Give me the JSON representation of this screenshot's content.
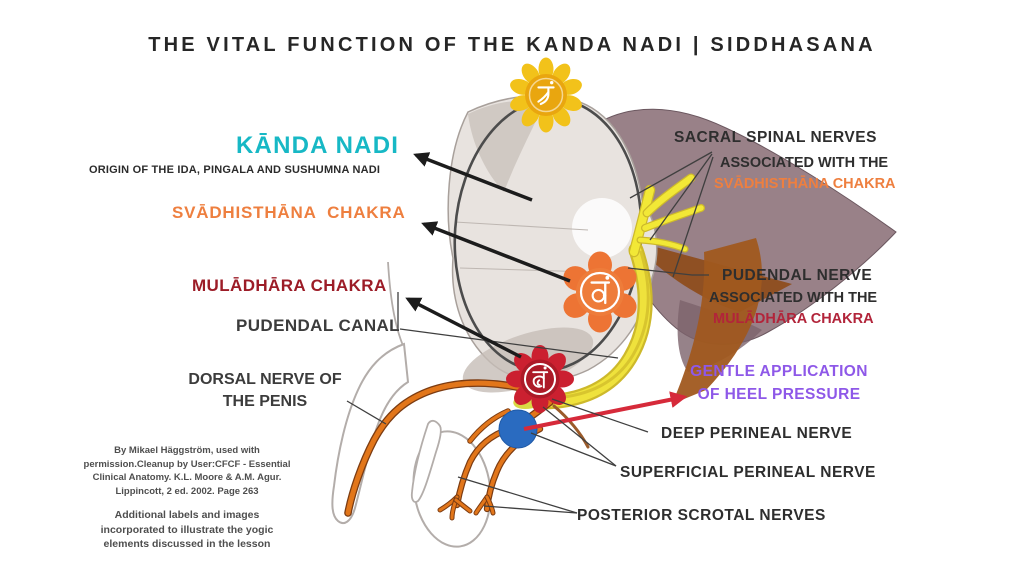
{
  "title": "THE VITAL FUNCTION OF THE KANDA NADI | SIDDHASANA",
  "colors": {
    "teal": "#17b8c5",
    "orange": "#ee7f3f",
    "dark-red": "#9c1c27",
    "bright-red": "#b2243a",
    "purple": "#8e58e8",
    "arrow-red": "#d62a3a",
    "heel-blue": "#2a6bc0"
  },
  "left_labels": {
    "kanda_title": "KĀNDA NADI",
    "kanda_subtitle": "ORIGIN OF THE IDA, PINGALA AND SUSHUMNA NADI",
    "svadhisthana": "SVĀDHISTHĀNA  CHAKRA",
    "muladhara": "MULĀDHĀRA CHAKRA",
    "pudendal_canal": "PUDENDAL CANAL",
    "dorsal_nerve": "DORSAL NERVE OF\nTHE PENIS"
  },
  "right_labels": {
    "sacral_line1": "SACRAL SPINAL NERVES",
    "sacral_line2": "ASSOCIATED WITH THE",
    "sacral_line3": "SVĀDHISTHĀNA CHAKRA",
    "pudendal_line1": "PUDENDAL NERVE",
    "pudendal_line2": "ASSOCIATED WITH THE",
    "pudendal_line3": "MULĀDHĀRA CHAKRA",
    "heel_pressure": "GENTLE APPLICATION\nOF HEEL PRESSURE",
    "deep_perineal": "DEEP PERINEAL NERVE",
    "superficial_perineal": "SUPERFICIAL PERINEAL NERVE",
    "posterior_scrotal": "POSTERIOR SCROTAL NERVES"
  },
  "attribution": "By Mikael Häggström, used with\npermission.Cleanup by User:CFCF - Essential\nClinical Anatomy. K.L. Moore & A.M. Agur.\nLippincott, 2 ed. 2002. Page 263",
  "note": "Additional labels and images\nincorporated to illustrate the yogic\nelements discussed in the lesson",
  "chakra_icons": [
    {
      "name": "upper-chakra-icon",
      "glyph": "रं",
      "color": "#f2c21a"
    },
    {
      "name": "svadhisthana-chakra-icon",
      "glyph": "वं",
      "color": "#ed7434"
    },
    {
      "name": "muladhara-chakra-icon",
      "glyph": "लं",
      "color": "#c42030"
    }
  ]
}
